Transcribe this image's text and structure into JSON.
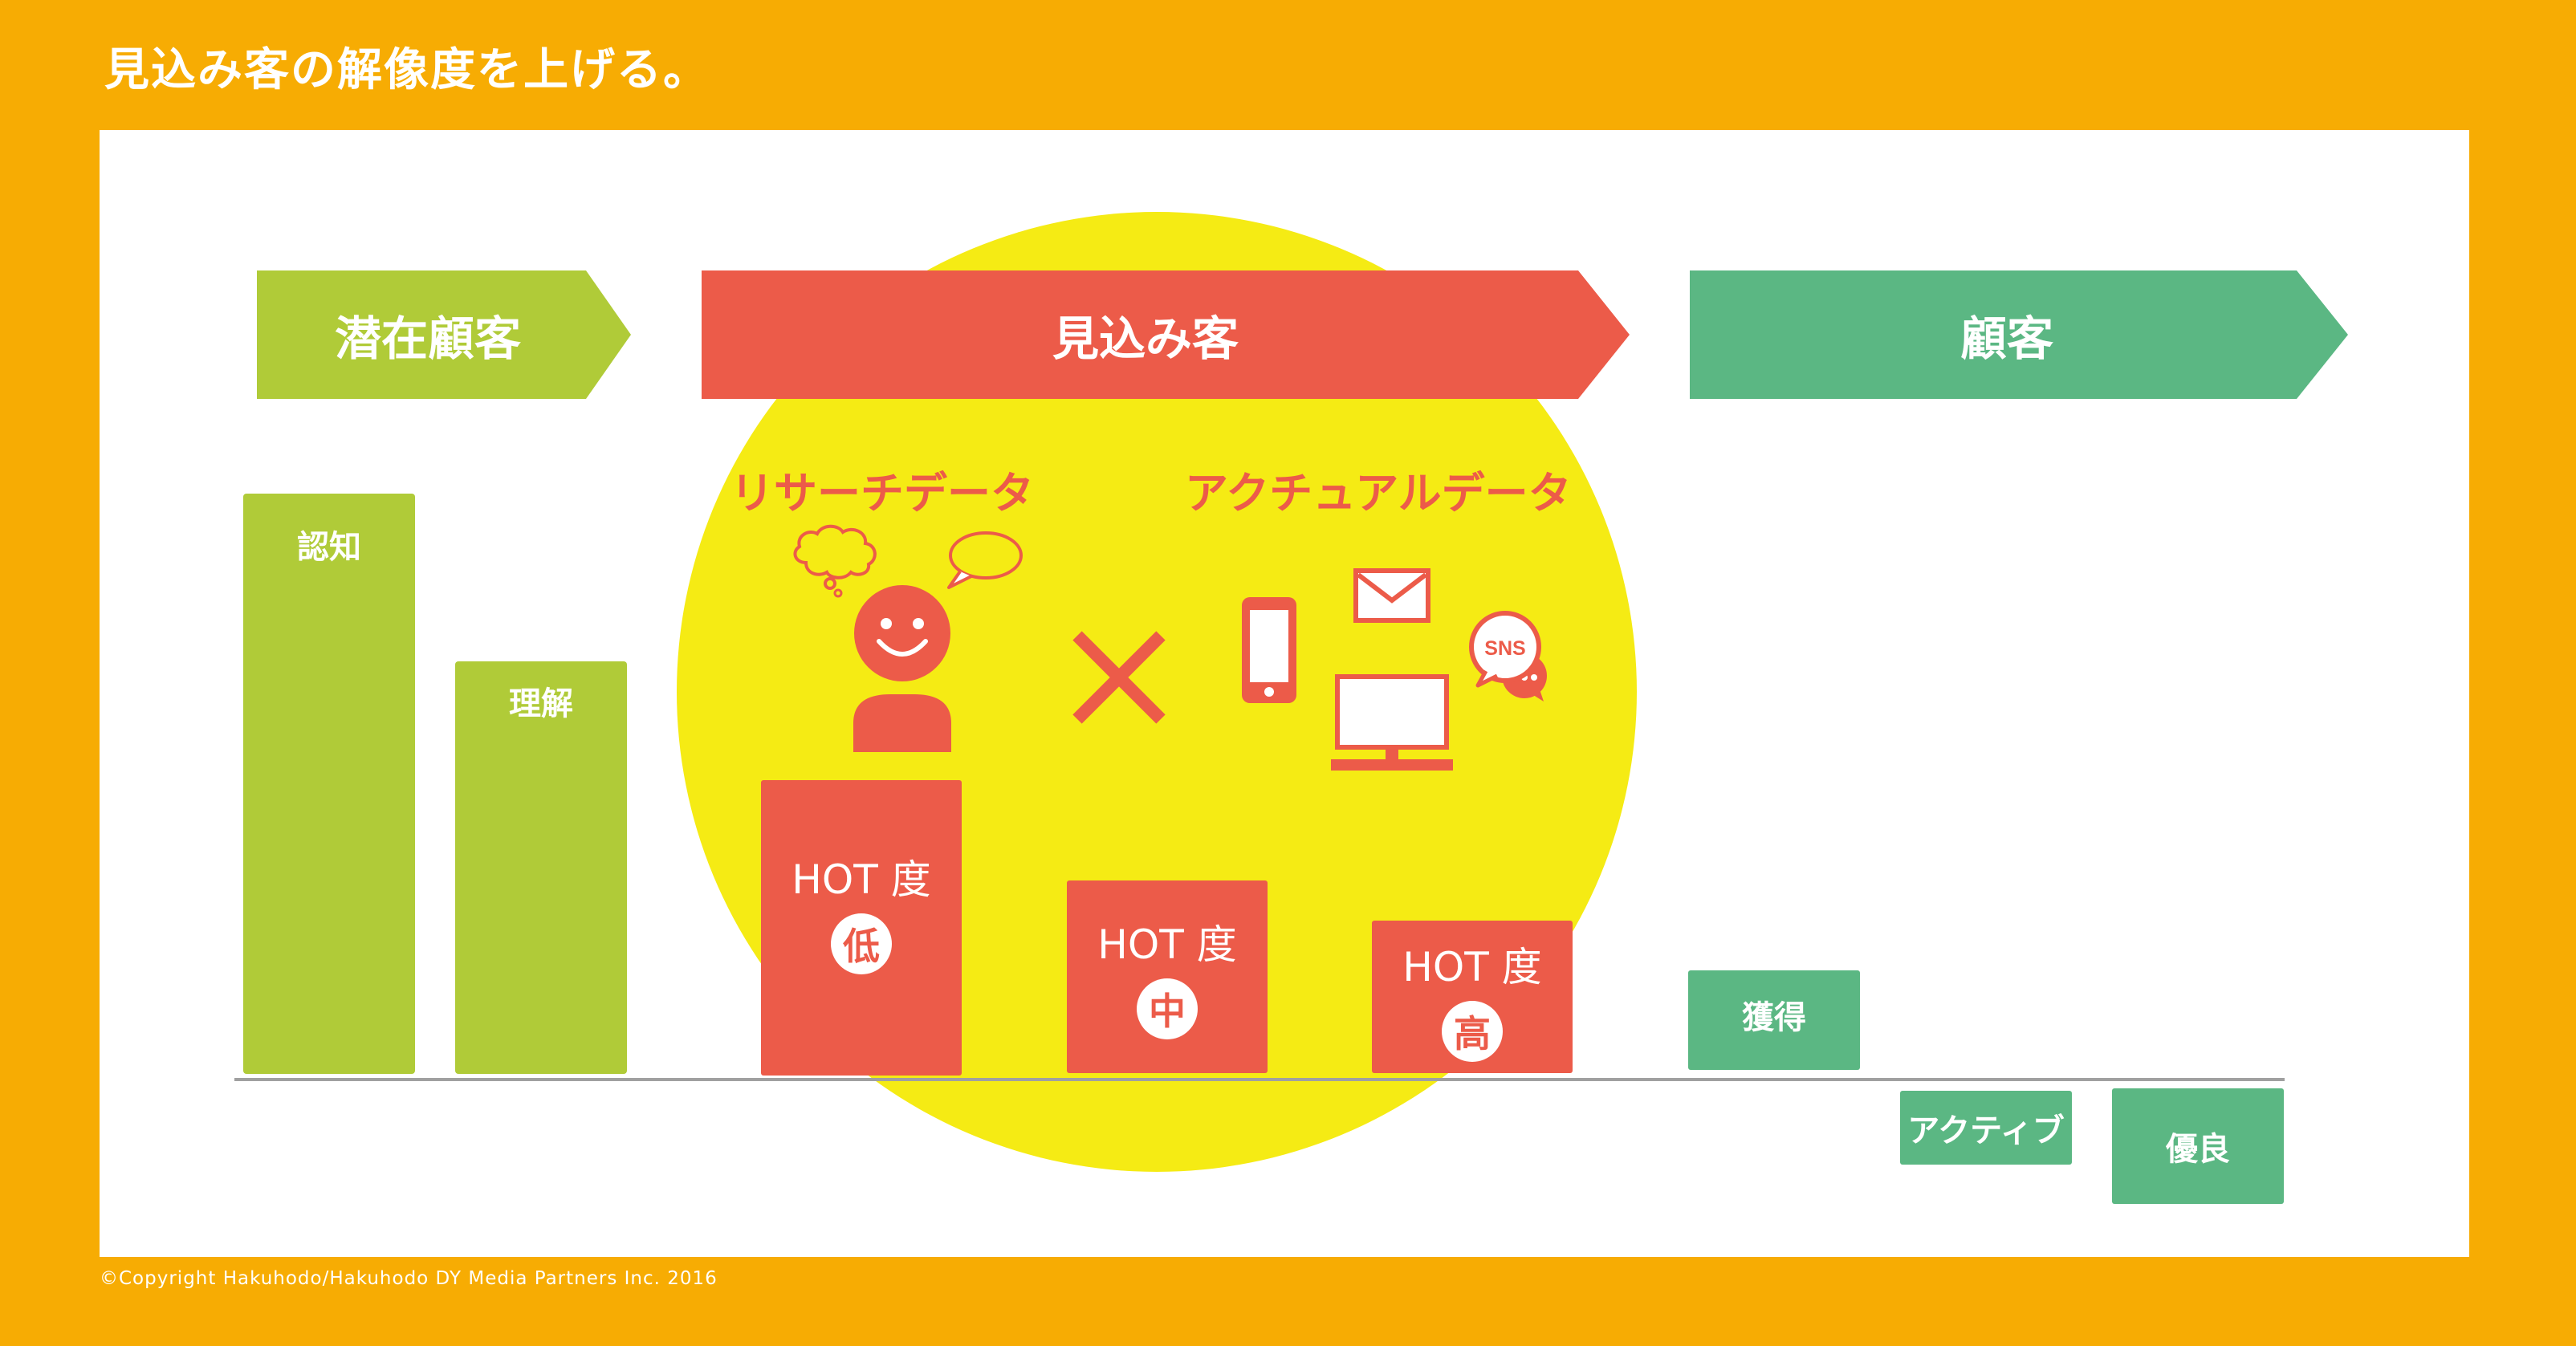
{
  "title": "見込み客の解像度を上げる。",
  "copyright": "©Copyright Hakuhodo/Hakuhodo DY Media Partners Inc. 2016",
  "colors": {
    "background": "#F7AC03",
    "light_green": "#B0CB38",
    "red": "#EC5B49",
    "green": "#5BB783",
    "yellow": "#F5EB14"
  },
  "stages": {
    "potential": "潜在顧客",
    "prospect": "見込み客",
    "customer": "顧客"
  },
  "bars": {
    "awareness": "認知",
    "understanding": "理解",
    "acquisition": "獲得",
    "active": "アクティブ",
    "loyal": "優良"
  },
  "data_sources": {
    "research": "リサーチデータ",
    "actual": "アクチュアルデータ",
    "sns": "SNS"
  },
  "hot": {
    "label": "HOT 度",
    "low": "低",
    "mid": "中",
    "high": "高"
  },
  "icons": [
    "thought-bubble-icon",
    "speech-bubble-icon",
    "person-icon",
    "multiply-icon",
    "smartphone-icon",
    "mail-icon",
    "desktop-icon",
    "sns-bubble-icon"
  ]
}
